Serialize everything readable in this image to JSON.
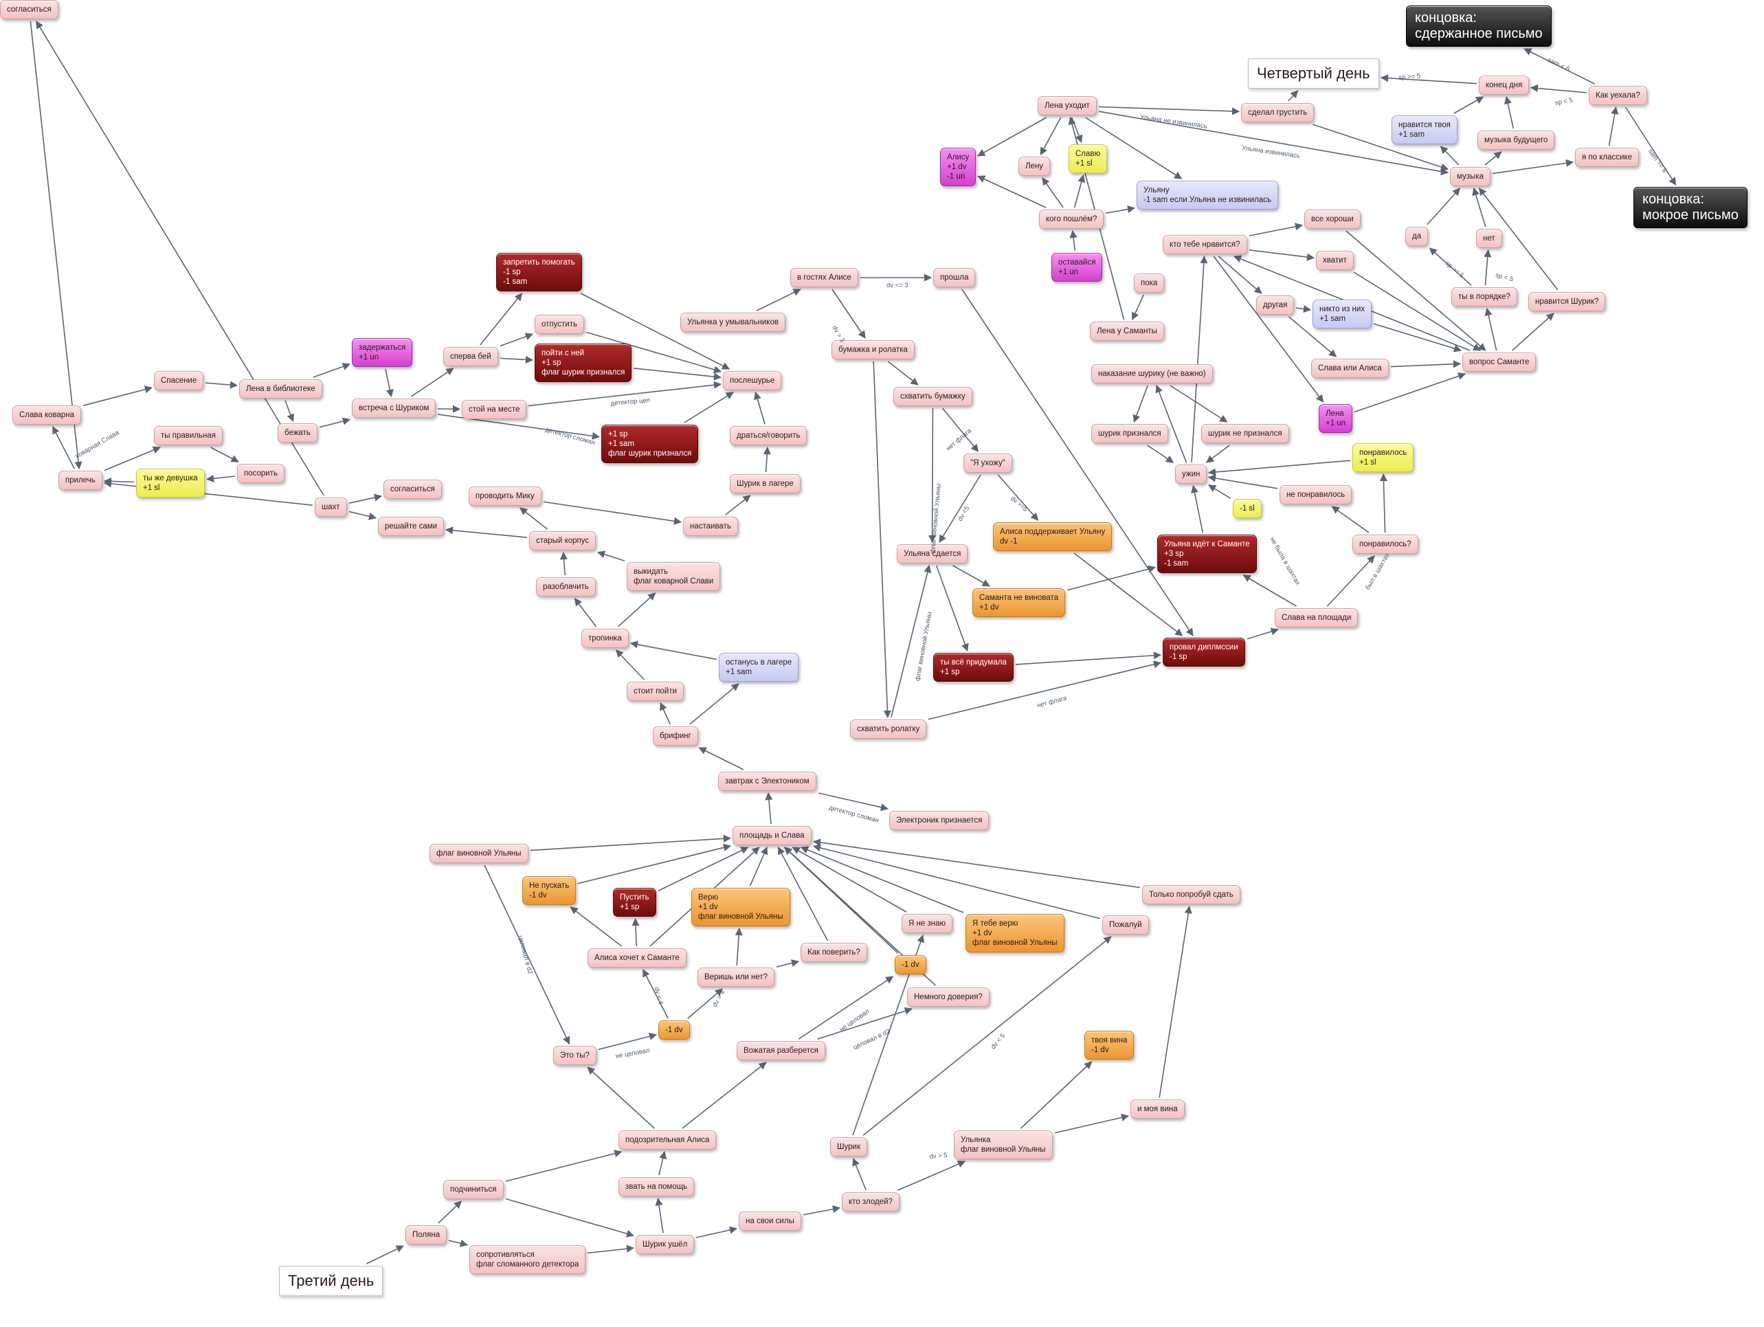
{
  "diagram": {
    "nodes": [
      {
        "id": "fourth_day",
        "lines": [
          "Четвертый день"
        ],
        "color": "white"
      },
      {
        "id": "third_day",
        "lines": [
          "Третий день"
        ],
        "color": "white"
      },
      {
        "id": "end_restrained",
        "lines": [
          "концовка:",
          "сдержанное письмо"
        ],
        "color": "black"
      },
      {
        "id": "end_wet",
        "lines": [
          "концовка:",
          "мокрое письмо"
        ],
        "color": "black"
      },
      {
        "id": "lena_leaves",
        "lines": [
          "Лена уходит"
        ],
        "color": "pink"
      },
      {
        "id": "made_sad",
        "lines": [
          "сделал грустить"
        ],
        "color": "pink"
      },
      {
        "id": "day_end",
        "lines": [
          "конец дня"
        ],
        "color": "pink"
      },
      {
        "id": "how_left",
        "lines": [
          "Как уехала?"
        ],
        "color": "pink"
      },
      {
        "id": "like_yours",
        "lines": [
          "нравится твоя",
          "+1 sam"
        ],
        "color": "blue"
      },
      {
        "id": "music_future",
        "lines": [
          "музыка будущего"
        ],
        "color": "pink"
      },
      {
        "id": "classic",
        "lines": [
          "я по классике"
        ],
        "color": "pink"
      },
      {
        "id": "music",
        "lines": [
          "музыка"
        ],
        "color": "pink"
      },
      {
        "id": "alisa_top",
        "lines": [
          "Алису",
          "+1 dv",
          "-1 un"
        ],
        "color": "magenta"
      },
      {
        "id": "lenu",
        "lines": [
          "Лену"
        ],
        "color": "pink"
      },
      {
        "id": "slavyu",
        "lines": [
          "Славю",
          "+1 sl"
        ],
        "color": "yellow"
      },
      {
        "id": "ulyana_top",
        "lines": [
          "Ульяну",
          "-1 sam если Ульяна не извинилась"
        ],
        "color": "blue"
      },
      {
        "id": "who_go",
        "lines": [
          "кого пошлём?"
        ],
        "color": "pink"
      },
      {
        "id": "stay",
        "lines": [
          "оставайся",
          "+1 un"
        ],
        "color": "magenta"
      },
      {
        "id": "bye",
        "lines": [
          "пока"
        ],
        "color": "pink"
      },
      {
        "id": "who_like",
        "lines": [
          "кто тебе нравится?"
        ],
        "color": "pink"
      },
      {
        "id": "all_good",
        "lines": [
          "все хороши"
        ],
        "color": "pink"
      },
      {
        "id": "enough",
        "lines": [
          "хватит"
        ],
        "color": "pink"
      },
      {
        "id": "da",
        "lines": [
          "да"
        ],
        "color": "pink"
      },
      {
        "id": "net",
        "lines": [
          "нет"
        ],
        "color": "pink"
      },
      {
        "id": "you_ok",
        "lines": [
          "ты в порядке?"
        ],
        "color": "pink"
      },
      {
        "id": "like_shurik",
        "lines": [
          "нравится Шурик?"
        ],
        "color": "pink"
      },
      {
        "id": "friend",
        "lines": [
          "другая"
        ],
        "color": "pink"
      },
      {
        "id": "none",
        "lines": [
          "никто из них",
          "+1 sam"
        ],
        "color": "blue"
      },
      {
        "id": "lena_samanta",
        "lines": [
          "Лена у Саманты"
        ],
        "color": "pink"
      },
      {
        "id": "slava_or_alisa",
        "lines": [
          "Слава или Алиса"
        ],
        "color": "pink"
      },
      {
        "id": "question_samanta",
        "lines": [
          "вопрос Саманте"
        ],
        "color": "pink"
      },
      {
        "id": "punish_shurik",
        "lines": [
          "наказание шурику (не важно)"
        ],
        "color": "pink"
      },
      {
        "id": "lena_small",
        "lines": [
          "Лена",
          "+1 un"
        ],
        "color": "magenta"
      },
      {
        "id": "shurik_admitted",
        "lines": [
          "шурик признался"
        ],
        "color": "pink"
      },
      {
        "id": "shurik_not_admitted",
        "lines": [
          "шурик не признался"
        ],
        "color": "pink"
      },
      {
        "id": "liked",
        "lines": [
          "понравилось",
          "+1 sl"
        ],
        "color": "yellow"
      },
      {
        "id": "dinner",
        "lines": [
          "ужин"
        ],
        "color": "pink"
      },
      {
        "id": "not_liked",
        "lines": [
          "не понравилось"
        ],
        "color": "pink"
      },
      {
        "id": "minus_sl",
        "lines": [
          "-1 sl"
        ],
        "color": "yellow"
      },
      {
        "id": "liked_q",
        "lines": [
          "понравилось?"
        ],
        "color": "pink"
      },
      {
        "id": "ulyana_goes_samanta",
        "lines": [
          "Ульяна идёт к Саманте",
          "+3 sp",
          "-1 sam"
        ],
        "color": "dark"
      },
      {
        "id": "slava_square",
        "lines": [
          "Слава на площади"
        ],
        "color": "pink"
      },
      {
        "id": "fail_dimmsi",
        "lines": [
          "провал диплмссии",
          "-1 sp"
        ],
        "color": "dark"
      },
      {
        "id": "forbid_help",
        "lines": [
          "запретить помогать",
          "-1 sp",
          "-1 sam"
        ],
        "color": "dark"
      },
      {
        "id": "visit_alisa",
        "lines": [
          "в гостях Алисе"
        ],
        "color": "pink"
      },
      {
        "id": "missed",
        "lines": [
          "прошла"
        ],
        "color": "pink"
      },
      {
        "id": "let_go",
        "lines": [
          "отпустить"
        ],
        "color": "pink"
      },
      {
        "id": "ulyana_washroom",
        "lines": [
          "Ульянка у умывальников"
        ],
        "color": "pink"
      },
      {
        "id": "linger",
        "lines": [
          "задержаться",
          "+1 un"
        ],
        "color": "magenta"
      },
      {
        "id": "first_hit",
        "lines": [
          "сперва бей"
        ],
        "color": "pink"
      },
      {
        "id": "go_with_her",
        "lines": [
          "пойти с ней",
          "+1 sp",
          "флаг шурик признался"
        ],
        "color": "dark"
      },
      {
        "id": "paper_tape",
        "lines": [
          "бумажка и ролатка"
        ],
        "color": "pink"
      },
      {
        "id": "rescue",
        "lines": [
          "Спасение"
        ],
        "color": "pink"
      },
      {
        "id": "lena_library",
        "lines": [
          "Лена в библиотеке"
        ],
        "color": "pink"
      },
      {
        "id": "meet_shurik",
        "lines": [
          "встреча с Шуриком"
        ],
        "color": "pink"
      },
      {
        "id": "stand",
        "lines": [
          "стой на месте"
        ],
        "color": "pink"
      },
      {
        "id": "after_shurik",
        "lines": [
          "послешурье"
        ],
        "color": "pink"
      },
      {
        "id": "grab_paper",
        "lines": [
          "схватить бумажку"
        ],
        "color": "pink"
      },
      {
        "id": "slava_tricky",
        "lines": [
          "Слава коварна"
        ],
        "color": "pink"
      },
      {
        "id": "you_right",
        "lines": [
          "ты правильная"
        ],
        "color": "pink"
      },
      {
        "id": "run",
        "lines": [
          "бежать"
        ],
        "color": "pink"
      },
      {
        "id": "sp_sam",
        "lines": [
          "+1 sp",
          "+1 sam",
          "флаг шурик признался"
        ],
        "color": "dark"
      },
      {
        "id": "fight_talk",
        "lines": [
          "драться/говорить"
        ],
        "color": "pink"
      },
      {
        "id": "leaving",
        "lines": [
          "\"Я ухожу\""
        ],
        "color": "pink"
      },
      {
        "id": "come_on",
        "lines": [
          "прилечь"
        ],
        "color": "pink"
      },
      {
        "id": "you_girl",
        "lines": [
          "ты же девушка",
          "+1 sl"
        ],
        "color": "yellow"
      },
      {
        "id": "advise",
        "lines": [
          "посорить"
        ],
        "color": "pink"
      },
      {
        "id": "agree1",
        "lines": [
          "согласиться"
        ],
        "color": "pink"
      },
      {
        "id": "escort_miku",
        "lines": [
          "проводить Мику"
        ],
        "color": "pink"
      },
      {
        "id": "shurik_camp",
        "lines": [
          "Шурик в лагере"
        ],
        "color": "pink"
      },
      {
        "id": "shaht",
        "lines": [
          "шахт"
        ],
        "color": "pink"
      },
      {
        "id": "decide_self",
        "lines": [
          "решайте сами"
        ],
        "color": "pink"
      },
      {
        "id": "insist",
        "lines": [
          "настаивать"
        ],
        "color": "pink"
      },
      {
        "id": "agree2",
        "lines": [
          "согласиться"
        ],
        "color": "pink"
      },
      {
        "id": "old_building",
        "lines": [
          "старый корпус"
        ],
        "color": "pink"
      },
      {
        "id": "alisa_supports",
        "lines": [
          "Алиса поддерживает Ульяну",
          "dv -1"
        ],
        "color": "orange"
      },
      {
        "id": "ulyana_gives_up",
        "lines": [
          "Ульяна сдается"
        ],
        "color": "pink"
      },
      {
        "id": "bargain",
        "lines": [
          "выкидать",
          "флаг коварной Слави"
        ],
        "color": "pink"
      },
      {
        "id": "expose",
        "lines": [
          "разоблачить"
        ],
        "color": "pink"
      },
      {
        "id": "samanta_not_guilty",
        "lines": [
          "Саманта не виновата",
          "+1 dv"
        ],
        "color": "orange"
      },
      {
        "id": "path",
        "lines": [
          "тропинка"
        ],
        "color": "pink"
      },
      {
        "id": "stay_camp",
        "lines": [
          "останусь в лагере",
          "+1 sam"
        ],
        "color": "blue"
      },
      {
        "id": "you_made_up",
        "lines": [
          "ты всё придумала",
          "+1 sp"
        ],
        "color": "dark"
      },
      {
        "id": "worth_go",
        "lines": [
          "стоит пойти"
        ],
        "color": "pink"
      },
      {
        "id": "grab_tape",
        "lines": [
          "схватить ролатку"
        ],
        "color": "pink"
      },
      {
        "id": "briefing",
        "lines": [
          "брифинг"
        ],
        "color": "pink"
      },
      {
        "id": "breakfast",
        "lines": [
          "завтрак с Электоником"
        ],
        "color": "pink"
      },
      {
        "id": "electronic_admits",
        "lines": [
          "Электроник признается"
        ],
        "color": "pink"
      },
      {
        "id": "square_slava",
        "lines": [
          "площадь и Слава"
        ],
        "color": "pink"
      },
      {
        "id": "flag_ulyana",
        "lines": [
          "флаг виновной Ульяны"
        ],
        "color": "pink"
      },
      {
        "id": "only_try",
        "lines": [
          "Только попробуй сдать"
        ],
        "color": "pink"
      },
      {
        "id": "dont_let",
        "lines": [
          "Не пускать",
          "-1 dv"
        ],
        "color": "orange"
      },
      {
        "id": "let_in",
        "lines": [
          "Пустить",
          "+1 sp"
        ],
        "color": "dark"
      },
      {
        "id": "believe",
        "lines": [
          "Верю",
          "+1 dv",
          "флаг виновной Ульяны"
        ],
        "color": "orange"
      },
      {
        "id": "dont_know",
        "lines": [
          "Я не знаю"
        ],
        "color": "pink"
      },
      {
        "id": "believe_you",
        "lines": [
          "Я тебе верю",
          "+1 dv",
          "флаг виновной Ульяны"
        ],
        "color": "orange"
      },
      {
        "id": "please",
        "lines": [
          "Пожалуй"
        ],
        "color": "pink"
      },
      {
        "id": "alisa_wants",
        "lines": [
          "Алиса хочет к Саманте"
        ],
        "color": "pink"
      },
      {
        "id": "how_trust",
        "lines": [
          "Как поверить?"
        ],
        "color": "pink"
      },
      {
        "id": "minus_dv_a",
        "lines": [
          "-1 dv"
        ],
        "color": "orange"
      },
      {
        "id": "believe_or_not",
        "lines": [
          "Веришь или нет?"
        ],
        "color": "pink"
      },
      {
        "id": "some_trust",
        "lines": [
          "Немного доверия?"
        ],
        "color": "pink"
      },
      {
        "id": "minus_dv_b",
        "lines": [
          "-1 dv"
        ],
        "color": "orange"
      },
      {
        "id": "is_it_you",
        "lines": [
          "Это ты?"
        ],
        "color": "pink"
      },
      {
        "id": "counselor",
        "lines": [
          "Вожатая разберется"
        ],
        "color": "pink"
      },
      {
        "id": "your_fault",
        "lines": [
          "твоя вина",
          "-1 dv"
        ],
        "color": "orange"
      },
      {
        "id": "my_fault",
        "lines": [
          "и моя вина"
        ],
        "color": "pink"
      },
      {
        "id": "suspicious_alisa",
        "lines": [
          "подозрительная Алиса"
        ],
        "color": "pink"
      },
      {
        "id": "shurik",
        "lines": [
          "Шурик"
        ],
        "color": "pink"
      },
      {
        "id": "ulyanka_flag",
        "lines": [
          "Ульянка",
          "флаг виновной Ульяны"
        ],
        "color": "pink"
      },
      {
        "id": "obey",
        "lines": [
          "подчиниться"
        ],
        "color": "pink"
      },
      {
        "id": "call_help",
        "lines": [
          "звать на помощь"
        ],
        "color": "pink"
      },
      {
        "id": "polyana",
        "lines": [
          "Поляна"
        ],
        "color": "pink"
      },
      {
        "id": "own_strength",
        "lines": [
          "на свои силы"
        ],
        "color": "pink"
      },
      {
        "id": "who_villain",
        "lines": [
          "кто злодей?"
        ],
        "color": "pink"
      },
      {
        "id": "resist",
        "lines": [
          "сопротивляться",
          "флаг сломанного детектора"
        ],
        "color": "pink"
      },
      {
        "id": "shurik_gone",
        "lines": [
          "Шурик ушёл"
        ],
        "color": "pink"
      }
    ],
    "edge_labels": [
      {
        "id": "el_ul_not_apol",
        "text": "Ульяна не извинилась"
      },
      {
        "id": "el_ul_apol",
        "text": "Ульяна извинилась"
      },
      {
        "id": "el_sp5a",
        "text": "sp >= 5"
      },
      {
        "id": "el_sam6",
        "text": "sam < 6"
      },
      {
        "id": "el_sp5b",
        "text": "sp < 5"
      },
      {
        "id": "el_sam6b",
        "text": "sam >= 6"
      },
      {
        "id": "el_sp5c",
        "text": "sp >= 5"
      },
      {
        "id": "el_sp5d",
        "text": "sp < 5"
      },
      {
        "id": "el_dv3a",
        "text": "dv <= 3"
      },
      {
        "id": "el_dv3b",
        "text": "dv > 3"
      },
      {
        "id": "el_tricky",
        "text": "коварная Слава"
      },
      {
        "id": "el_det_ok",
        "text": "детектор цел"
      },
      {
        "id": "el_det_broken",
        "text": "детектор сломан"
      },
      {
        "id": "el_flag_ulyana",
        "text": "флаг виновной Ульяны"
      },
      {
        "id": "el_no_flag1",
        "text": "нет флага"
      },
      {
        "id": "el_dv5a",
        "text": "dv <5"
      },
      {
        "id": "el_dv5b",
        "text": "dv >=5"
      },
      {
        "id": "el_no_mine",
        "text": "не была в шахтах"
      },
      {
        "id": "el_was_mine",
        "text": "был в шахтах"
      },
      {
        "id": "el_flag_ulyana2",
        "text": "флаг виновной Ульяны"
      },
      {
        "id": "el_no_flag2",
        "text": "нет флага"
      },
      {
        "id": "el_det_broken2",
        "text": "детектор сломан"
      },
      {
        "id": "el_kiss_d2",
        "text": "целовал в d2"
      },
      {
        "id": "el_not_kissed",
        "text": "не целовал"
      },
      {
        "id": "el_dv4",
        "text": "dv < 4"
      },
      {
        "id": "el_dv4b",
        "text": "dv > 4"
      },
      {
        "id": "el_not_kissed2",
        "text": "не целовал"
      },
      {
        "id": "el_kiss_d2b",
        "text": "целовал в d2"
      },
      {
        "id": "el_dv5c",
        "text": "dv < 5"
      },
      {
        "id": "el_dv5d",
        "text": "dv > 5"
      }
    ]
  }
}
